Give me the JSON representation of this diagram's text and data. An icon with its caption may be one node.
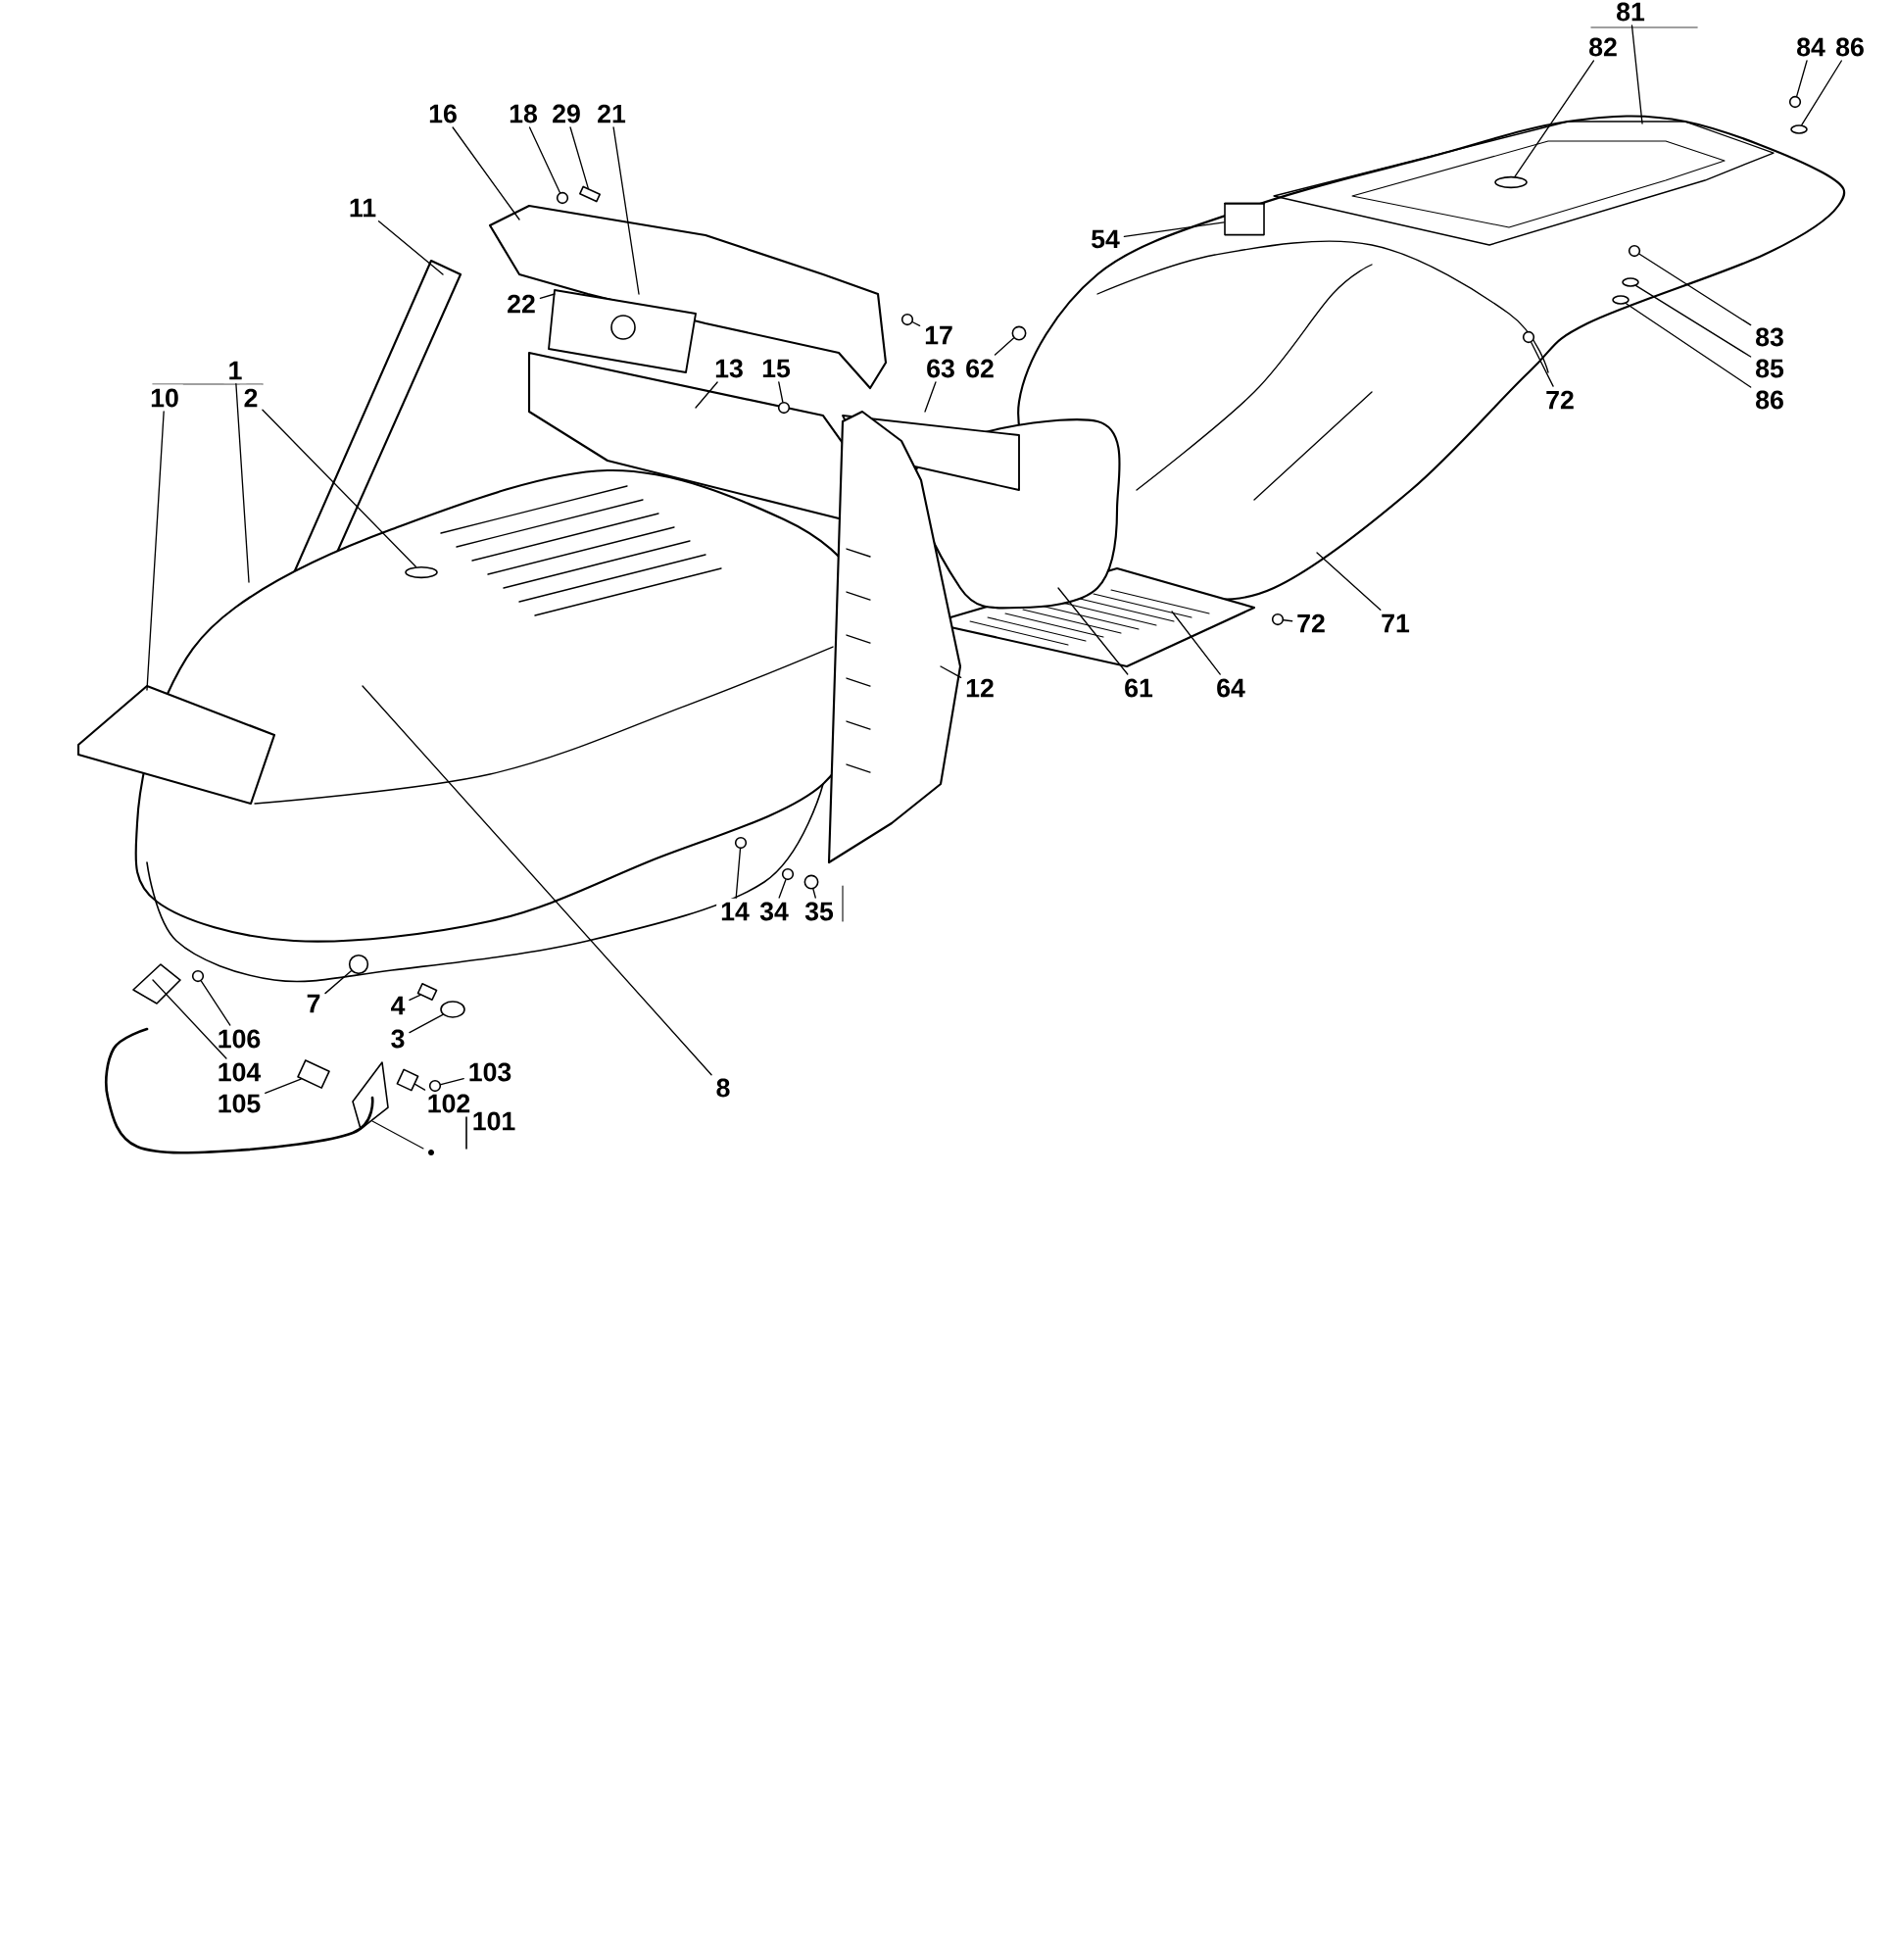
{
  "diagram": {
    "nodes": [
      {
        "text": [
          "1"
        ]
      },
      {
        "text": [
          "10"
        ]
      },
      {
        "text": [
          "2"
        ]
      },
      {
        "text": [
          "11"
        ]
      },
      {
        "text": [
          "16"
        ]
      },
      {
        "text": [
          "18"
        ]
      },
      {
        "text": [
          "29"
        ]
      },
      {
        "text": [
          "21"
        ]
      },
      {
        "text": [
          "22"
        ]
      },
      {
        "text": [
          "13"
        ]
      },
      {
        "text": [
          "15"
        ]
      },
      {
        "text": [
          "17"
        ]
      },
      {
        "text": [
          "63"
        ]
      },
      {
        "text": [
          "62"
        ]
      },
      {
        "text": [
          "54"
        ]
      },
      {
        "text": [
          "81"
        ]
      },
      {
        "text": [
          "82"
        ]
      },
      {
        "text": [
          "84"
        ]
      },
      {
        "text": [
          "86"
        ]
      },
      {
        "text": [
          "83"
        ]
      },
      {
        "text": [
          "85"
        ]
      },
      {
        "text": [
          "86"
        ]
      },
      {
        "text": [
          "72"
        ]
      },
      {
        "text": [
          "71"
        ]
      },
      {
        "text": [
          "72"
        ]
      },
      {
        "text": [
          "64"
        ]
      },
      {
        "text": [
          "61"
        ]
      },
      {
        "text": [
          "12"
        ]
      },
      {
        "text": [
          "14"
        ]
      },
      {
        "text": [
          "34"
        ]
      },
      {
        "text": [
          "35"
        ]
      },
      {
        "text": [
          "8"
        ]
      },
      {
        "text": [
          "7"
        ]
      },
      {
        "text": [
          "4"
        ]
      },
      {
        "text": [
          "3"
        ]
      },
      {
        "text": [
          "106"
        ]
      },
      {
        "text": [
          "104"
        ]
      },
      {
        "text": [
          "105"
        ]
      },
      {
        "text": [
          "103"
        ]
      },
      {
        "text": [
          "102"
        ]
      },
      {
        "text": [],
        "shape": "circle"
      },
      {
        "text": [],
        "shape": "circle"
      },
      {
        "text": [],
        "shape": "box"
      },
      {
        "text": [],
        "shape": "circle"
      },
      {
        "text": [],
        "shape": "circle"
      },
      {
        "text": [],
        "shape": "circle"
      },
      {
        "text": [],
        "shape": "cylinder"
      },
      {
        "text": [],
        "shape": "circle"
      },
      {
        "text": [],
        "shape": "circle"
      },
      {
        "text": [],
        "shape": "circle"
      },
      {
        "text": [],
        "shape": "circle"
      },
      {
        "text": [],
        "shape": "circle"
      },
      {
        "text": [],
        "shape": "circle"
      },
      {
        "text": [],
        "shape": "circle"
      },
      {
        "text": [],
        "shape": "circle"
      },
      {
        "text": [],
        "shape": "circle"
      },
      {
        "text": [],
        "shape": "circle"
      },
      {
        "text": [],
        "shape": "circle"
      },
      {
        "text": [],
        "shape": "circle"
      },
      {
        "text": [],
        "shape": "box"
      },
      {
        "text": [],
        "shape": "circle"
      },
      {
        "text": [],
        "shape": "circle"
      },
      {
        "text": [],
        "shape": "circle"
      },
      {
        "text": [],
        "shape": "box"
      },
      {
        "text": [],
        "shape": "box"
      }
    ],
    "edges": [
      {
        "from": 0,
        "to": null,
        "arrow": "none"
      },
      {
        "from": 1,
        "to": null,
        "arrow": "none"
      },
      {
        "from": 2,
        "to": 40,
        "arrow": "none"
      },
      {
        "from": 3,
        "to": null,
        "arrow": "none"
      },
      {
        "from": 4,
        "to": null,
        "arrow": "none"
      },
      {
        "from": 5,
        "to": 41,
        "arrow": "none"
      },
      {
        "from": 6,
        "to": 42,
        "arrow": "none"
      },
      {
        "from": 7,
        "to": null,
        "arrow": "none"
      },
      {
        "from": 8,
        "to": null,
        "arrow": "none"
      },
      {
        "from": 9,
        "to": null,
        "arrow": "none"
      },
      {
        "from": 10,
        "to": 43,
        "arrow": "none"
      },
      {
        "from": 11,
        "to": 44,
        "arrow": "none"
      },
      {
        "from": 12,
        "to": null,
        "arrow": "none"
      },
      {
        "from": 13,
        "to": 45,
        "arrow": "none"
      },
      {
        "from": 14,
        "to": 46,
        "arrow": "none"
      },
      {
        "from": 15,
        "to": null,
        "arrow": "none"
      },
      {
        "from": 16,
        "to": 47,
        "arrow": "none"
      },
      {
        "from": 17,
        "to": 48,
        "arrow": "none"
      },
      {
        "from": 18,
        "to": 49,
        "arrow": "none"
      },
      {
        "from": 19,
        "to": 50,
        "arrow": "none"
      },
      {
        "from": 20,
        "to": 51,
        "arrow": "none"
      },
      {
        "from": 21,
        "to": 52,
        "arrow": "none"
      },
      {
        "from": 22,
        "to": 53,
        "arrow": "none"
      },
      {
        "from": 23,
        "to": null,
        "arrow": "none"
      },
      {
        "from": 24,
        "to": 54,
        "arrow": "none"
      },
      {
        "from": 25,
        "to": null,
        "arrow": "none"
      },
      {
        "from": 26,
        "to": null,
        "arrow": "none"
      },
      {
        "from": 27,
        "to": null,
        "arrow": "none"
      },
      {
        "from": 28,
        "to": 55,
        "arrow": "none"
      },
      {
        "from": 29,
        "to": 56,
        "arrow": "none"
      },
      {
        "from": 30,
        "to": 57,
        "arrow": "none"
      },
      {
        "from": 31,
        "to": null,
        "arrow": "none"
      },
      {
        "from": 32,
        "to": 58,
        "arrow": "none"
      },
      {
        "from": 33,
        "to": 59,
        "arrow": "none"
      },
      {
        "from": 34,
        "to": 60,
        "arrow": "none"
      },
      {
        "from": 35,
        "to": 61,
        "arrow": "none"
      },
      {
        "from": 36,
        "to": null,
        "arrow": "none"
      },
      {
        "from": 37,
        "to": 64,
        "arrow": "none"
      },
      {
        "from": 38,
        "to": 62,
        "arrow": "none"
      },
      {
        "from": 39,
        "to": 63,
        "arrow": "none"
      }
    ],
    "labels": [
      "101"
    ]
  }
}
